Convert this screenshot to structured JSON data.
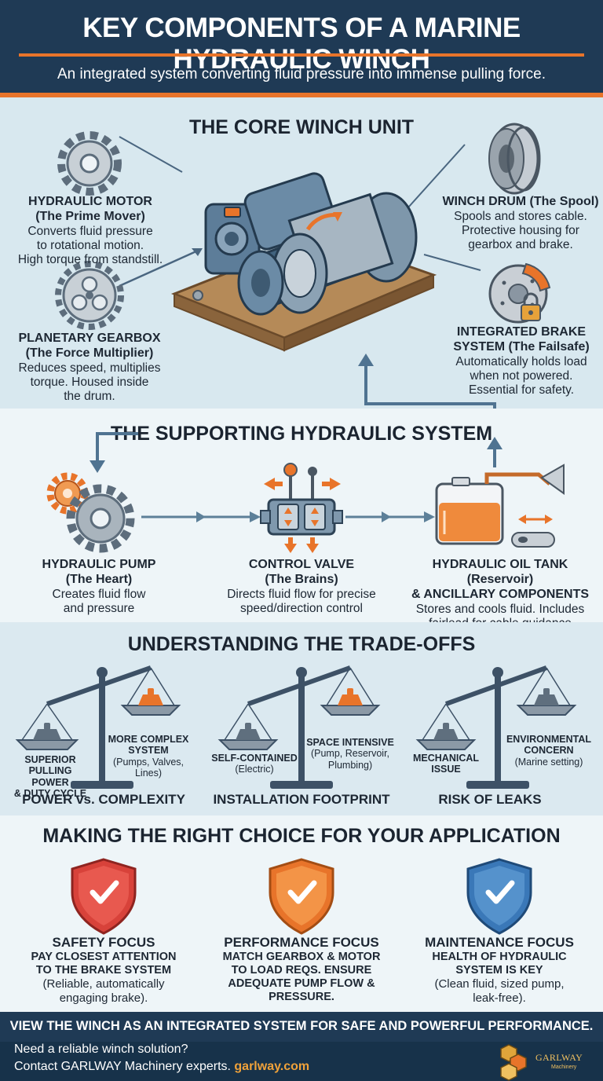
{
  "header": {
    "title": "KEY COMPONENTS OF A MARINE HYDRAULIC WINCH",
    "subtitle": "An integrated system converting fluid pressure into immense pulling force."
  },
  "core": {
    "title": "THE CORE WINCH UNIT",
    "motor": {
      "title1": "HYDRAULIC MOTOR",
      "title2": "(The Prime Mover)",
      "d1": "Converts fluid pressure",
      "d2": "to rotational motion.",
      "d3": "High torque from standstill."
    },
    "gearbox": {
      "title1": "PLANETARY GEARBOX",
      "title2": "(The Force Multiplier)",
      "d1": "Reduces speed, multiplies",
      "d2": "torque. Housed inside",
      "d3": "the drum."
    },
    "drum": {
      "title1": "WINCH DRUM (The Spool)",
      "d1": "Spools and stores cable.",
      "d2": "Protective housing for",
      "d3": "gearbox and brake."
    },
    "brake": {
      "title1": "INTEGRATED BRAKE",
      "title2": "SYSTEM (The Failsafe)",
      "d1": "Automatically holds load",
      "d2": "when not powered.",
      "d3": "Essential for safety."
    }
  },
  "supporting": {
    "title": "THE SUPPORTING HYDRAULIC SYSTEM",
    "pump": {
      "title1": "HYDRAULIC PUMP",
      "title2": "(The Heart)",
      "d1": "Creates fluid flow",
      "d2": "and pressure"
    },
    "valve": {
      "title1": "CONTROL VALVE",
      "title2": "(The Brains)",
      "d1": "Directs fluid flow for precise",
      "d2": "speed/direction control"
    },
    "tank": {
      "title1": "HYDRAULIC OIL TANK (Reservoir)",
      "title2": "& ANCILLARY COMPONENTS",
      "d1": "Stores and cools fluid. Includes",
      "d2": "fairlead for cable guidance"
    }
  },
  "tradeoffs": {
    "title": "UNDERSTANDING THE TRADE-OFFS",
    "scale1": {
      "left1": "SUPERIOR",
      "left2": "PULLING POWER",
      "left3": "& DUTY CYCLE",
      "right1": "MORE COMPLEX",
      "right2": "SYSTEM",
      "right3": "(Pumps, Valves,",
      "right4": "Lines)",
      "caption": "POWER vs. COMPLEXITY"
    },
    "scale2": {
      "left1": "SELF-CONTAINED",
      "left2": "(Electric)",
      "right1": "SPACE INTENSIVE",
      "right2": "(Pump, Reservoir,",
      "right3": "Plumbing)",
      "caption": "INSTALLATION FOOTPRINT"
    },
    "scale3": {
      "left1": "MECHANICAL",
      "left2": "ISSUE",
      "right1": "ENVIRONMENTAL",
      "right2": "CONCERN",
      "right3": "(Marine setting)",
      "caption": "RISK OF LEAKS"
    }
  },
  "choice": {
    "title": "MAKING THE RIGHT CHOICE FOR YOUR APPLICATION",
    "safety": {
      "title": "SAFETY FOCUS",
      "s1": "PAY CLOSEST ATTENTION",
      "s2": "TO THE BRAKE SYSTEM",
      "d1": "(Reliable, automatically",
      "d2": "engaging brake)."
    },
    "performance": {
      "title": "PERFORMANCE FOCUS",
      "s1": "MATCH GEARBOX & MOTOR",
      "s2": "TO LOAD REQS. ENSURE",
      "s3": "ADEQUATE PUMP FLOW &",
      "s4": "PRESSURE."
    },
    "maintenance": {
      "title": "MAINTENANCE FOCUS",
      "s1": "HEALTH OF HYDRAULIC",
      "s2": "SYSTEM IS KEY",
      "d1": "(Clean fluid, sized pump,",
      "d2": "leak-free)."
    }
  },
  "banner": "VIEW THE WINCH AS AN INTEGRATED SYSTEM FOR SAFE AND POWERFUL PERFORMANCE.",
  "footer": {
    "line1": "Need a reliable winch solution?",
    "line2": "Contact GARLWAY Machinery experts.",
    "link": "garlway.com",
    "brand": "GARLWAY",
    "brand_sub": "Machinery"
  },
  "colors": {
    "navy": "#1f3a55",
    "orange": "#e8742a",
    "steel": "#4f7391",
    "red": "#d8423a",
    "blue": "#3a78b8"
  }
}
